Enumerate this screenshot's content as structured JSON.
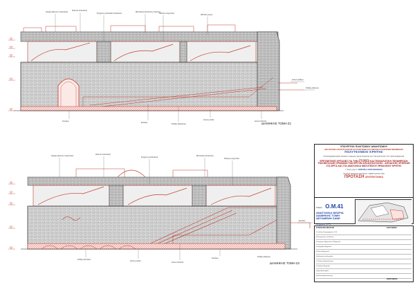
{
  "colors": {
    "accent_red": "#c0392b",
    "accent_blue": "#2245a8",
    "stone_grey": "#8a8a8a",
    "line": "#222222"
  },
  "sections": {
    "top_title": "ΔΙΑΜΗΚΗΣ ΤΟΜΗ Z1",
    "bottom_title": "ΔΙΑΜΗΚΗΣ ΤΟΜΗ Z2"
  },
  "titleblock": {
    "ministry": "ΥΠΟΥΡΓΕΙΟ ΠΟΛΙΤΙΣΜΟΥ ΑΘΛΗΤΙΣΜΟΥ",
    "ephorate": "ΔΙΕΥΘΥΝΣΗ ΑΝΑΣΤΗΛΩΣΗΣ ΒΥΖΑΝΤΙΝΩΝ ΚΑΙ ΜΕΤΑΒΥΖΑΝΤΙΝΩΝ ΜΝΗΜΕΙΩΝ",
    "university": "ΠΟΛΥΤΕΧΝΕΙΟ ΚΡΗΤΗΣ",
    "programme": "ΠΡΟΓΡΑΜΜΑΤΙΣΜΟΣ ΓΕΝΙΚΟΥ ΣΧΕΔΙΟΥ ΑΝΑΣΤΗΛΩΣΗΣ ΚΑΙ ΤΗΣ ΕΠΙΛΟΓΗΣ ΤΟΥ ΠΡΟΓΡΑΜΜΑΤΟΣ",
    "project_label": "Τίτλος εργασίας",
    "project_title": "ΕΡΕΥΝΗΤΙΚΕΣ ΕΡΓΑΣΙΕΣ ΓΙΑ ΤΗΝ ΙΣΤΟΡΙΚΗ ΚΑΙ ΤΕΧΝΟΛΟΓΙΚΗ ΤΕΚΜΗΡΙΩΣΗ ΤΩΝ ΜΕΓΑΛΩΝ ΟΡΘΑΝΩΝ ΤΩΝ ΕΡΓΩΝ ΑΠΟΚΑΤΑΣΤΑΣΗΣ - ΑΠΟΔΟΣΗΣ ΧΡΗΣΕΩΝ ΣΤΑ ΕΡΓΑ ΚΑΙ ΣΤΑ ΑΝΑΤΟΛΙΚΑ ΜΕΣΟΤΕΙΧΟΥ ΗΡΑΚΛΕΙΟΥ ΚΡΗΤΗΣ",
    "supervisor_prefix": "Γ' Φάση έργου:",
    "supervisor": "ΟΡΙΣΤΙΚΑ ΑΠΟΤΕΛΕΣΜΑΤΑ",
    "thesis": "ΤΕΛΙΚΟΣ ΦΑΚΕΛΟΣ ΕΡΓΑΣΙΩΝ - ΦΕΒΡΟΥΑΡΙΟΣ 2020",
    "proposal": "ΠΡΟΤΑΣΗ",
    "proposal_sub": "ΑΡΧΙΤΕΚΤΟΝΙΚΑ",
    "drawing_label": "ΣΧΕΔΙΟ",
    "drawing_no": "O.M.41",
    "drawing_desc_1": "ΑΝΑΤΟΛΙΚΑ ΝΕΩΡΙΑ",
    "drawing_desc_2": "ΔΙΑΜΗΚΗΣ ΤΟΜΗ",
    "drawing_desc_3": "ΔΕΞΑΜΕΝΗ ΖΑΝΕ",
    "scale": "Κλίμακα 1/75"
  },
  "infotable": {
    "header_left": "ΣΥΝΤΑΚΤΕΣ ΜΕΛΕΤΗΣ",
    "header_right": "ΕΛΕΓΧΘΗΚΕ",
    "footer_right": "ΘΕΩΡΗΘΗΚΕ",
    "rows": [
      "Υπεύθυνη Προγράμματος: Π.Α.",
      "Επιστημονικός υπεύθυνος",
      "Συνεργάτες: Αρχιτέκτονες Μηχανικοί",
      "Τοπογράφοι Μηχανικοί",
      "Πολιτικοί Μηχανικοί",
      "Σχεδιαστική επεξεργασία",
      "Υπεύθυνος Αναστήλωσης",
      "Υπεύθυνη Μνημείων",
      "Τμήμα Ανασκαφών",
      "Διεύθυνση Αναστήλωσης"
    ]
  },
  "annotations": {
    "top": [
      "Οροφή κιβωτίου τοιχοποιίας",
      "Θολωτή κατασκευή",
      "Σύγχρονη μεταλλική κατασκευή",
      "Μεταλλική κατασκευή στέγασης",
      "Νεότερη τοιχοποιία",
      "Δάπεδο χώρου",
      "Κονίαμα",
      "Είσοδος",
      "Στάθμη θάλασσας",
      "Ξύλινη σκάλα",
      "Ξύλινο δάπεδο",
      "Ξύλινη εξέδρα",
      "Στάθμη εδάφους"
    ],
    "bottom": [
      "Οροφή κιβωτίου τοιχοποιίας",
      "Θολωτή κατασκευή",
      "Σύγχρονη κατασκευή",
      "Μεταλλική κατασκευή",
      "Νεότερη τοιχοποιία",
      "Στάθμη δαπέδου",
      "Ξύλινη σκάλα",
      "Ξύλινο δάπεδο",
      "Κονίαμα",
      "Είσοδος",
      "Στάθμη εδάφους"
    ]
  }
}
